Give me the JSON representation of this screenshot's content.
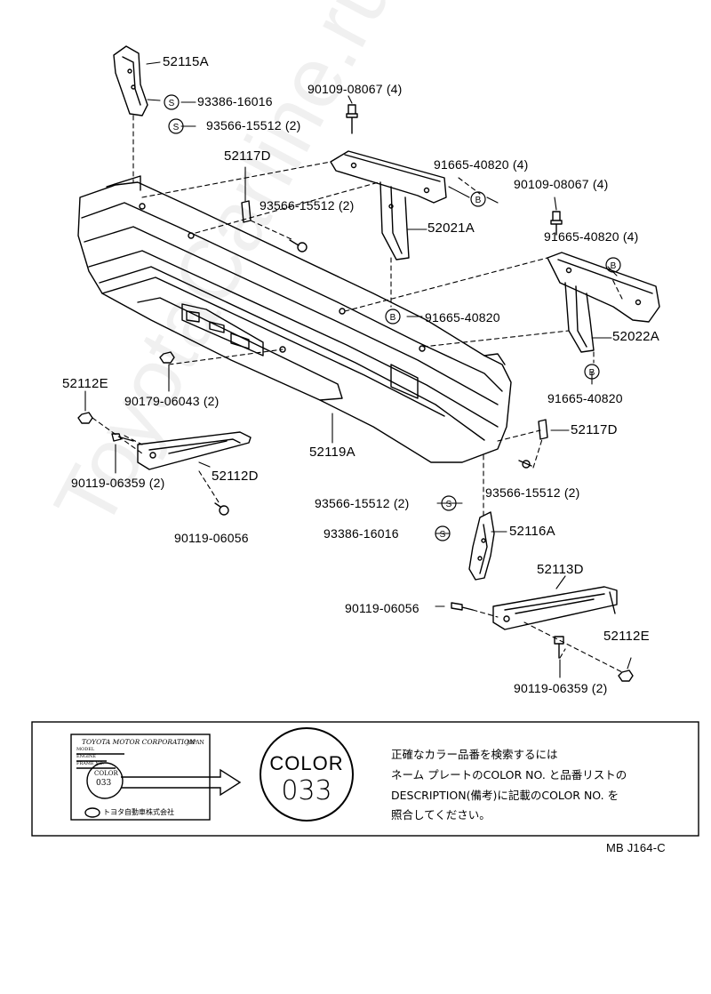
{
  "watermark": "ToyotaCarline.ru",
  "parts": {
    "p52115A": "52115A",
    "p93386_top": "93386-16016",
    "p93566_top": "93566-15512 (2)",
    "p90109_a": "90109-08067 (4)",
    "p52117D_top": "52117D",
    "p91665_a": "91665-40820 (4)",
    "p90109_b": "90109-08067 (4)",
    "p93566_mid": "93566-15512 (2)",
    "p52021A": "52021A",
    "p91665_b": "91665-40820 (4)",
    "p91665_c": "91665-40820",
    "p52022A": "52022A",
    "p91665_d": "91665-40820",
    "p52112E_left": "52112E",
    "p90179": "90179-06043 (2)",
    "p52117D_right": "52117D",
    "p52119A": "52119A",
    "p90119_06359_left": "90119-06359 (2)",
    "p52112D": "52112D",
    "p93566_right": "93566-15512 (2)",
    "p93566_low": "93566-15512 (2)",
    "p90119_06056_left": "90119-06056",
    "p93386_low": "93386-16016",
    "p52116A": "52116A",
    "p52113D": "52113D",
    "p90119_06056_right": "90119-06056",
    "p52112E_right": "52112E",
    "p90119_06359_right": "90119-06359 (2)"
  },
  "symbols": {
    "s": "S",
    "b": "B"
  },
  "plate": {
    "maker": "TOYOTA MOTOR CORPORATION",
    "country": "JAPAN",
    "row1": "MODEL",
    "row2": "ENGINE",
    "row3": "FRAME NO.",
    "color_small_1": "COLOR",
    "color_small_2": "033",
    "company": "トヨタ自動車株式会社"
  },
  "color_badge": {
    "line1": "COLOR",
    "line2": "033"
  },
  "note": {
    "line1": "正確なカラー品番を検索するには",
    "line2": "ネーム プレートのCOLOR NO. と品番リストの",
    "line3": "DESCRIPTION(備考)に記載のCOLOR NO. を",
    "line4": "照合してください。"
  },
  "code": "MB J164-C"
}
